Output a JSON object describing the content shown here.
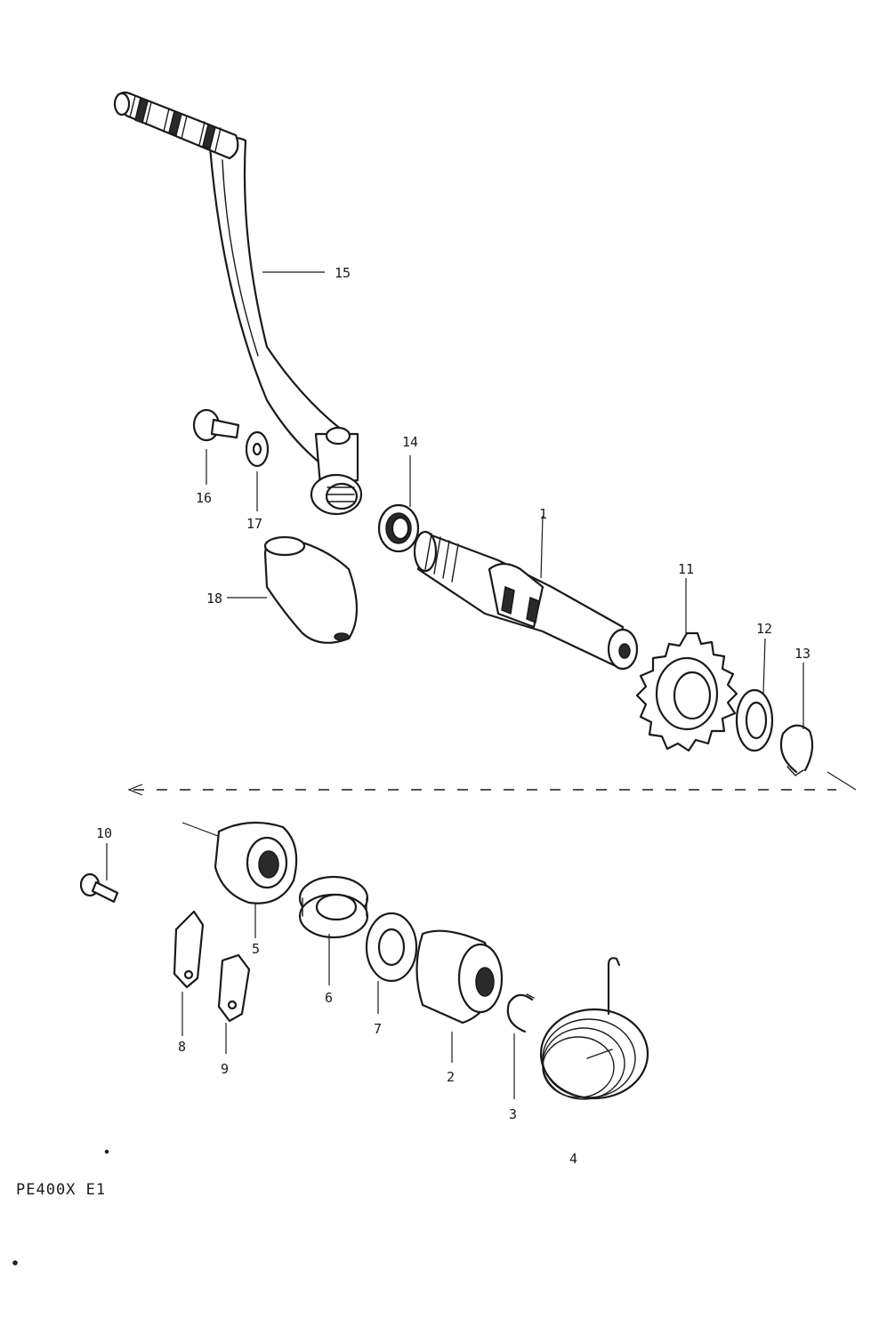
{
  "diagram": {
    "model_code": "PE400X E1",
    "callouts": {
      "c1": "1",
      "c2": "2",
      "c3": "3",
      "c4": "4",
      "c5": "5",
      "c6": "6",
      "c7": "7",
      "c8": "8",
      "c9": "9",
      "c10": "10",
      "c11": "11",
      "c12": "12",
      "c13": "13",
      "c14": "14",
      "c15": "15",
      "c16": "16",
      "c17": "17",
      "c18": "18"
    }
  }
}
